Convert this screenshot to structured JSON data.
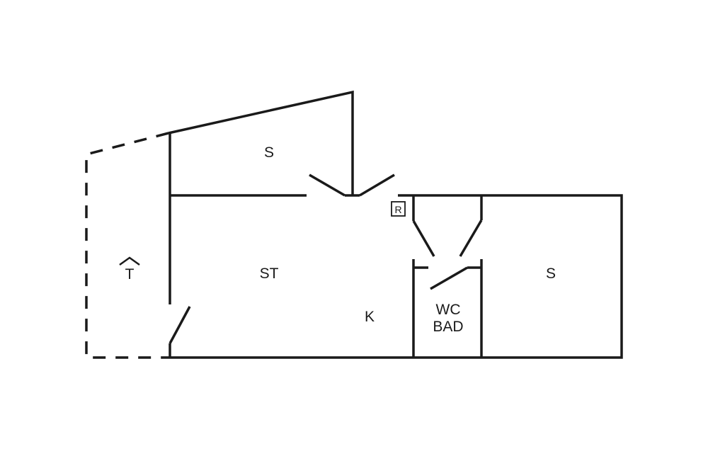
{
  "rooms": {
    "bedroom_top": "S",
    "living": "ST",
    "kitchen": "K",
    "wc": "WC",
    "bath": "BAD",
    "bedroom_right": "S"
  },
  "symbols": {
    "terrace": "T",
    "r_box": "R"
  },
  "colors": {
    "line": "#1a1a1a",
    "background": "#ffffff"
  }
}
